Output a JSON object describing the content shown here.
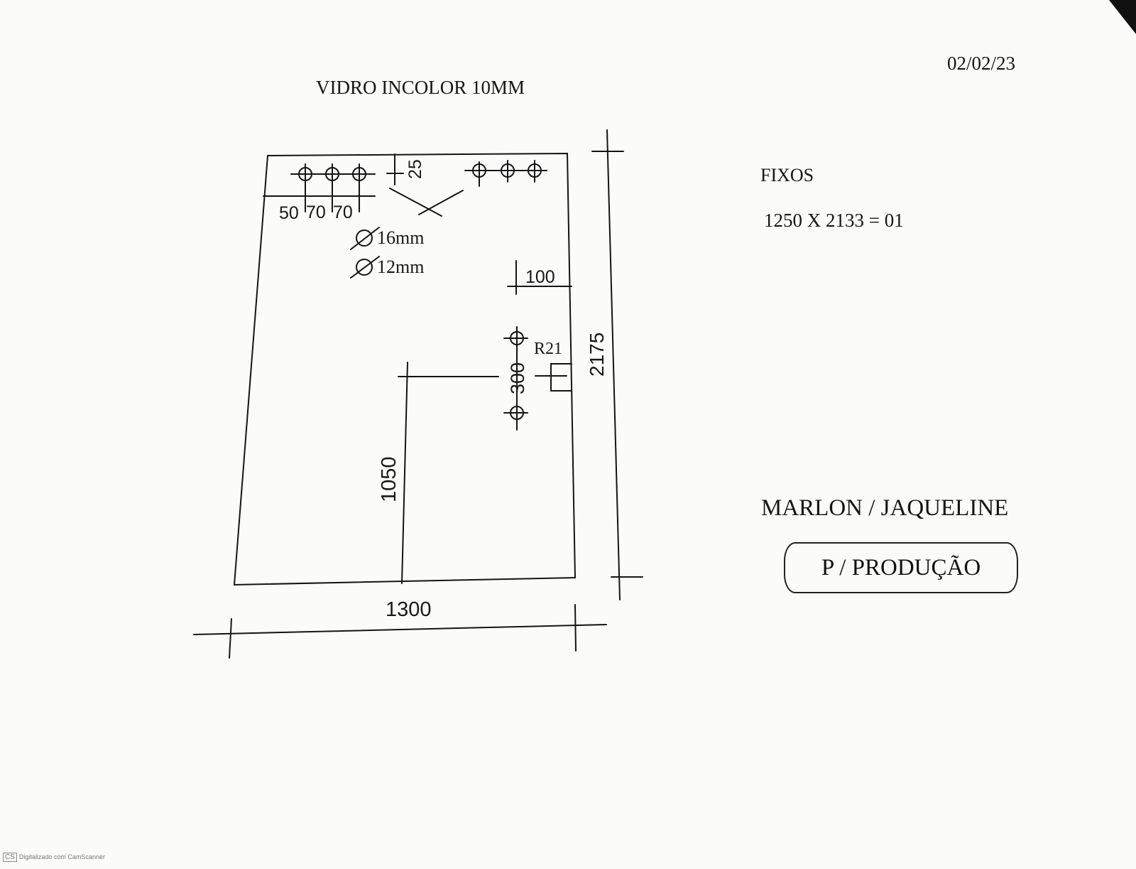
{
  "header": {
    "title": "VIDRO INCOLOR 10MM",
    "date": "02/02/23"
  },
  "info": {
    "section": "FIXOS",
    "spec": "1250 X 2133 = 01",
    "client": "MARLON / JAQUELINE",
    "stamp": "P / PRODUÇÃO"
  },
  "dimensions": {
    "hole_spacing": [
      "50",
      "70",
      "70"
    ],
    "top_offset": "25",
    "hole_large": "16mm",
    "hole_small": "12mm",
    "side_offset": "100",
    "radius": "R21",
    "hole_gap": "300",
    "notch_height": "1050",
    "total_height": "2175",
    "total_width": "1300"
  },
  "footer": {
    "scanner_badge": "CS",
    "scanner_text": "Digitalizado com CamScanner"
  }
}
